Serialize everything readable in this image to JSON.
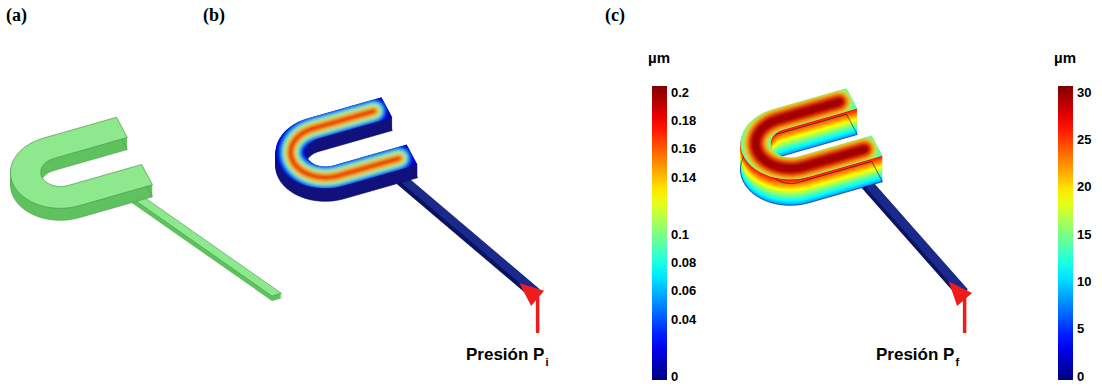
{
  "diagram": {
    "labels": [
      "(a)",
      "(b)",
      "(c)",
      "µm",
      "0.2",
      "0.18",
      "0.16",
      "0.14",
      "0.1",
      "0.08",
      "0.06",
      "0.04",
      "0",
      "Presión P",
      "i",
      "µm",
      "30",
      "25",
      "20",
      "15",
      "10",
      "5",
      "0",
      "Presión P",
      "f"
    ]
  }
}
